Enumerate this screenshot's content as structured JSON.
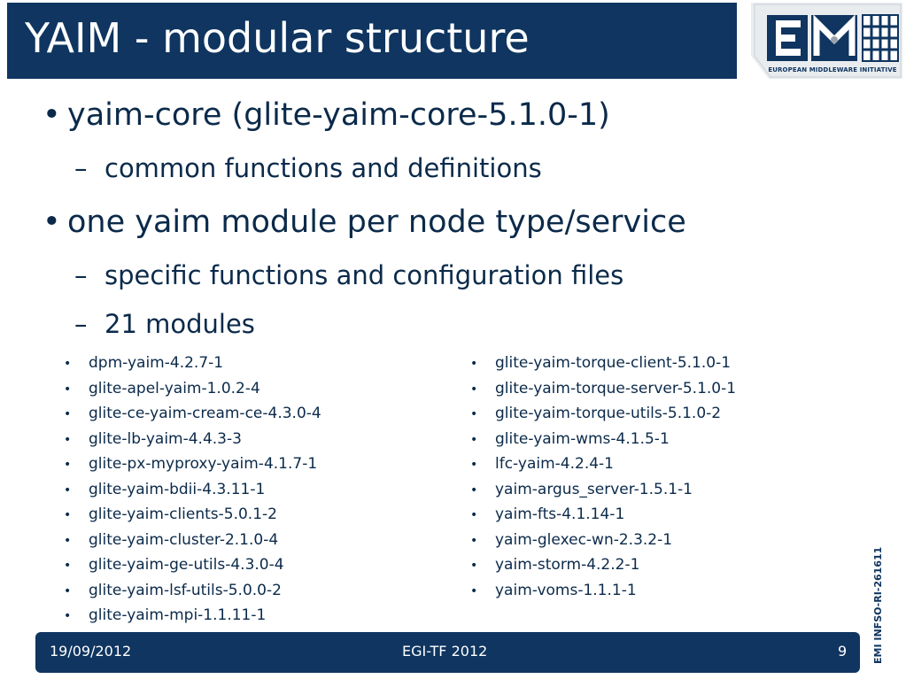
{
  "slide": {
    "title": "YAIM - modular structure"
  },
  "logo": {
    "caption": "EUROPEAN MIDDLEWARE INITIATIVE"
  },
  "bullets": {
    "b1": "yaim-core (glite-yaim-core-5.1.0-1)",
    "b1_sub1": "common functions and definitions",
    "b2": "one yaim module per node type/service",
    "b2_sub1": "specific functions and configuration files",
    "b2_sub2": "21 modules"
  },
  "modules": {
    "left": [
      "dpm-yaim-4.2.7-1",
      "glite-apel-yaim-1.0.2-4",
      "glite-ce-yaim-cream-ce-4.3.0-4",
      "glite-lb-yaim-4.4.3-3",
      "glite-px-myproxy-yaim-4.1.7-1",
      "glite-yaim-bdii-4.3.11-1",
      "glite-yaim-clients-5.0.1-2",
      "glite-yaim-cluster-2.1.0-4",
      "glite-yaim-ge-utils-4.3.0-4",
      "glite-yaim-lsf-utils-5.0.0-2",
      "glite-yaim-mpi-1.1.11-1"
    ],
    "right": [
      "glite-yaim-torque-client-5.1.0-1",
      "glite-yaim-torque-server-5.1.0-1",
      "glite-yaim-torque-utils-5.1.0-2",
      "glite-yaim-wms-4.1.5-1",
      "lfc-yaim-4.2.4-1",
      "yaim-argus_server-1.5.1-1",
      "yaim-fts-4.1.14-1",
      "yaim-glexec-wn-2.3.2-1",
      "yaim-storm-4.2.2-1",
      "yaim-voms-1.1.1-1"
    ]
  },
  "footer": {
    "date": "19/09/2012",
    "event": "EGI-TF 2012",
    "page": "9"
  },
  "side_label": "EMI INFSO-RI-261611",
  "colors": {
    "brand_navy": "#0f3560",
    "text": "#0b2a4a",
    "logo_grey": "#9aa3ad"
  }
}
